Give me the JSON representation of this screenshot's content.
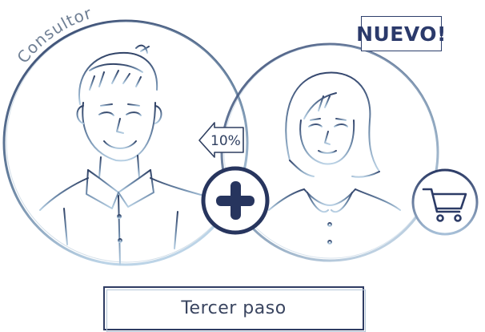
{
  "consultor_label": "Consultor",
  "new_badge": "NUEVO!",
  "discount": "10%",
  "step_label": "Tercer paso",
  "icons": [
    "plus-icon",
    "shopping-cart-icon",
    "arrow-left-icon"
  ],
  "colors": {
    "dark_navy": "#2b3a6b",
    "light_blue": "#a9c6dd",
    "mid_blue": "#5b7797"
  }
}
